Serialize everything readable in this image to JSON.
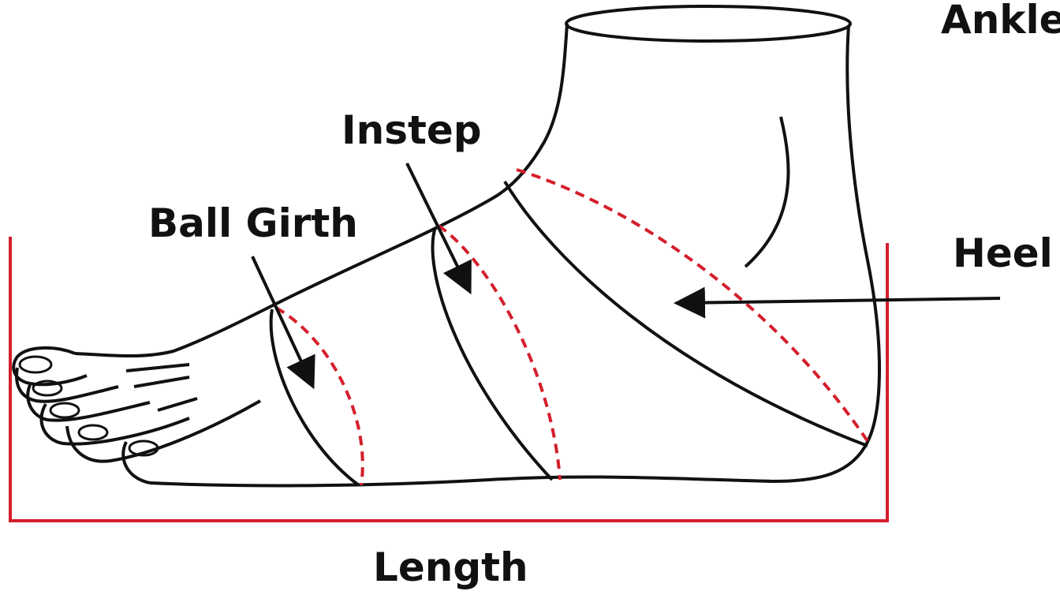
{
  "labels": {
    "ankle": "Ankle",
    "instep": "Instep",
    "ball_girth": "Ball Girth",
    "heel": "Heel",
    "length": "Length"
  },
  "colors": {
    "outline": "#111111",
    "measure": "#d41f2c",
    "background": "#ffffff"
  }
}
